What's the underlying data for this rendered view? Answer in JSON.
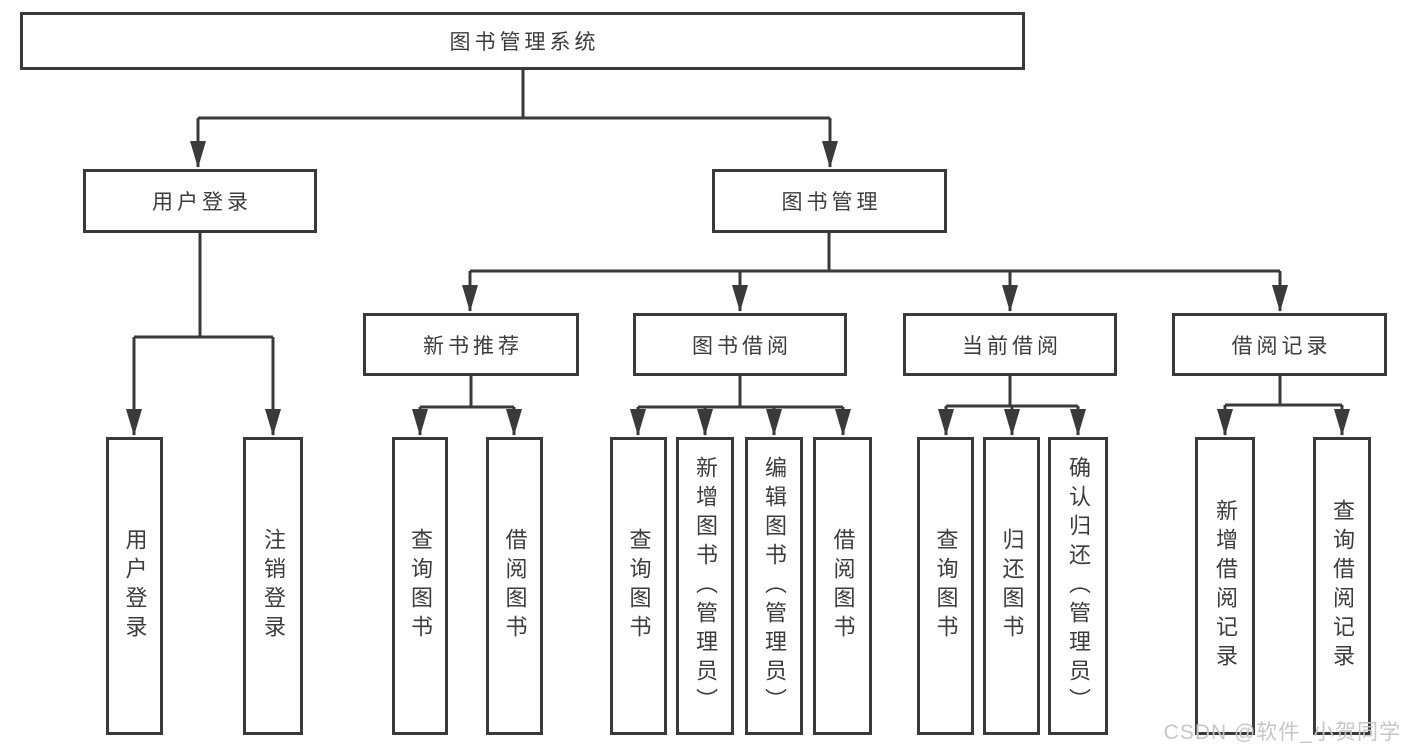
{
  "tree": {
    "label": "图书管理系统",
    "children": [
      {
        "label": "用户登录",
        "children": [
          {
            "label": "用户登录"
          },
          {
            "label": "注销登录"
          }
        ]
      },
      {
        "label": "图书管理",
        "children": [
          {
            "label": "新书推荐",
            "children": [
              {
                "label": "查询图书"
              },
              {
                "label": "借阅图书"
              }
            ]
          },
          {
            "label": "图书借阅",
            "children": [
              {
                "label": "查询图书"
              },
              {
                "label": "新增图书（管理员）"
              },
              {
                "label": "编辑图书（管理员）"
              },
              {
                "label": "借阅图书"
              }
            ]
          },
          {
            "label": "当前借阅",
            "children": [
              {
                "label": "查询图书"
              },
              {
                "label": "归还图书"
              },
              {
                "label": "确认归还（管理员）"
              }
            ]
          },
          {
            "label": "借阅记录",
            "children": [
              {
                "label": "新增借阅记录"
              },
              {
                "label": "查询借阅记录"
              }
            ]
          }
        ]
      }
    ]
  },
  "watermark": "CSDN @软件_小贺同学",
  "colors": {
    "line": "#3a3a3a",
    "text": "#3c3c3c",
    "watermark": "#c6c6c6",
    "background": "#ffffff"
  }
}
